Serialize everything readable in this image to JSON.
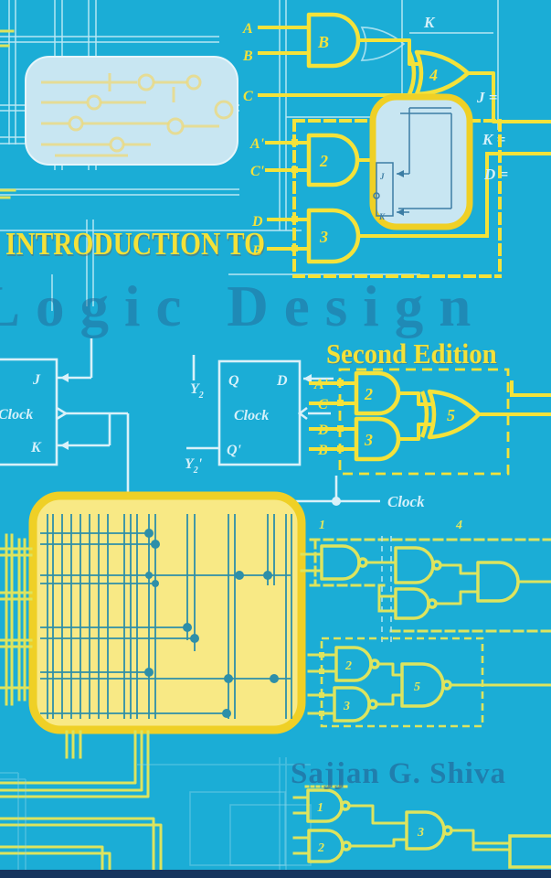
{
  "cover": {
    "series_line": "INTRODUCTION TO",
    "title": "Logic Design",
    "edition": "Second Edition",
    "author": "Sajjan G. Shiva"
  },
  "top_circuit": {
    "in_a": "A",
    "in_b": "B",
    "in_c": "C",
    "gate_b": "B",
    "node_k": "K",
    "gate4": "4",
    "in_a1": "A'",
    "in_c1": "C'",
    "gate2": "2",
    "in_d": "D",
    "in_b1": "B",
    "gate3": "3",
    "ff_j": "J",
    "ff_k": "K",
    "eq_j": "J =",
    "eq_k": "K =",
    "eq_d": "D ="
  },
  "middle_circuit": {
    "ff1_j": "J",
    "ff1_clock": "Clock",
    "ff1_k": "K",
    "ff2_q": "Q",
    "ff2_d": "D",
    "ff2_clock": "Clock",
    "ff2_qp": "Q'",
    "y_base": "Y",
    "y_sub": "2",
    "prime": "'",
    "in_a1": "A'",
    "in_c": "C",
    "in_d": "D",
    "in_b": "B",
    "gate2": "2",
    "gate3": "3",
    "gate5": "5",
    "clock": "Clock"
  },
  "bottom_circuit": {
    "n1": "1",
    "n4": "4",
    "g2": "2",
    "g3": "3",
    "g5": "5",
    "h1": "1",
    "h2": "2",
    "h3": "3"
  },
  "colors": {
    "background": "#1badd6",
    "accent_yellow": "#f4e23a",
    "accent_yellow_green": "#dde45e",
    "panel_blue": "#c8e6f2",
    "board_yellow": "#f8e985",
    "board_border": "#efd026",
    "trace_teal": "#2e8fa9",
    "light_line": "#d6f1fa",
    "faint_title_blue": "#2a6f9e"
  }
}
